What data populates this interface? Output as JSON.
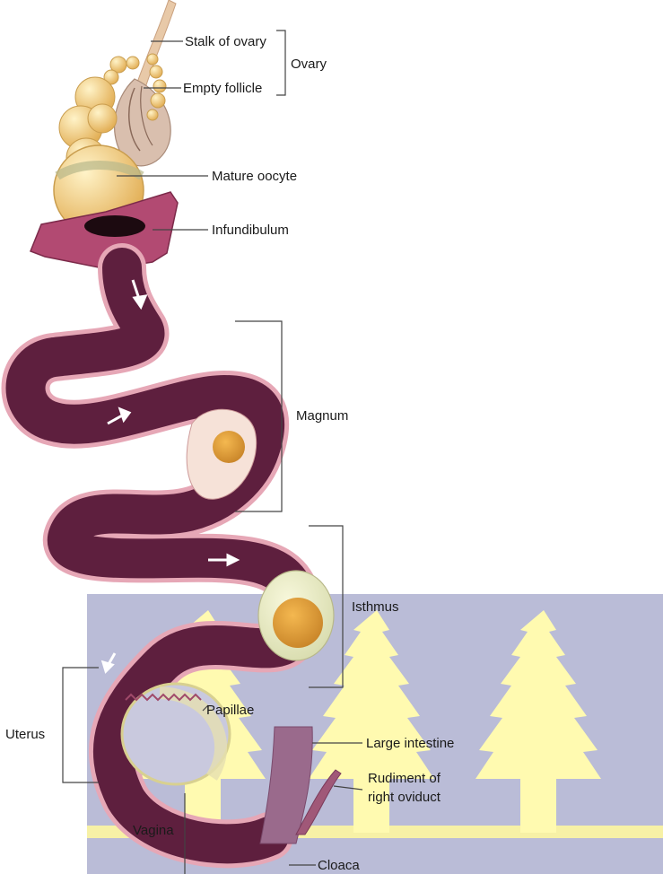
{
  "labels": {
    "stalk": "Stalk of ovary",
    "ovary": "Ovary",
    "empty_follicle": "Empty follicle",
    "mature_oocyte": "Mature oocyte",
    "infundibulum": "Infundibulum",
    "magnum": "Magnum",
    "isthmus": "Isthmus",
    "uterus": "Uterus",
    "papillae": "Papillae",
    "large_intestine": "Large intestine",
    "rudiment_line1": "Rudiment of",
    "rudiment_line2": "right oviduct",
    "vagina": "Vagina",
    "cloaca": "Cloaca"
  },
  "colors": {
    "oviduct_outer": "#e6a7b6",
    "oviduct_fill": "#5e1f3e",
    "oviduct_dark": "#3e0f26",
    "infundibulum": "#b24a72",
    "follicle": "#f2cf82",
    "yolk": "#e2a84a",
    "albumen": "#eef0c2",
    "watermark_band": "#b3b5d3",
    "watermark_tree": "#fffab0",
    "intestine": "#9a6a8c"
  }
}
